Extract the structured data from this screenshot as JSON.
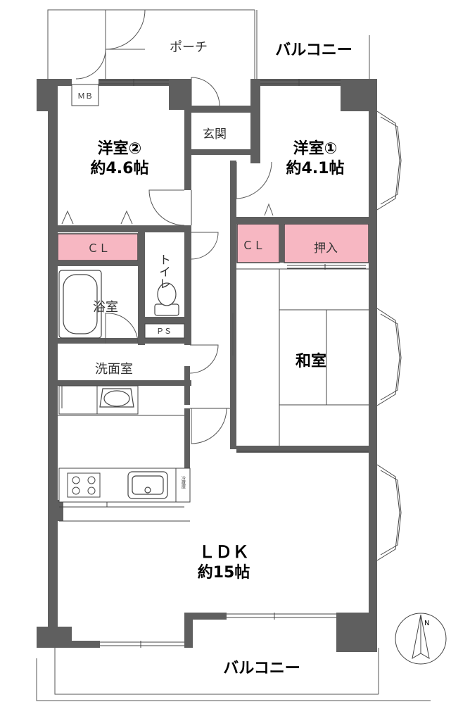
{
  "rooms": {
    "porch": "ポーチ",
    "balcony_top": "バルコニー",
    "balcony_bottom": "バルコニー",
    "mb": "ＭＢ",
    "genkan": "玄関",
    "western2_name": "洋室②",
    "western2_size": "約4.6帖",
    "western1_name": "洋室①",
    "western1_size": "約4.1帖",
    "cl_left": "ＣＬ",
    "cl_right": "ＣＬ",
    "oshiire": "押入",
    "toilet": "トイレ",
    "ps": "ＰＳ",
    "bath": "浴室",
    "japanese": "和室",
    "washroom": "洗面室",
    "fridge": "冷蔵庫",
    "ldk_name": "ＬＤＫ",
    "ldk_size": "約15帖"
  },
  "compass": {
    "north": "N"
  },
  "colors": {
    "wall": "#5f5f5f",
    "closet_fill": "#f7b7c2",
    "line": "#444444"
  }
}
